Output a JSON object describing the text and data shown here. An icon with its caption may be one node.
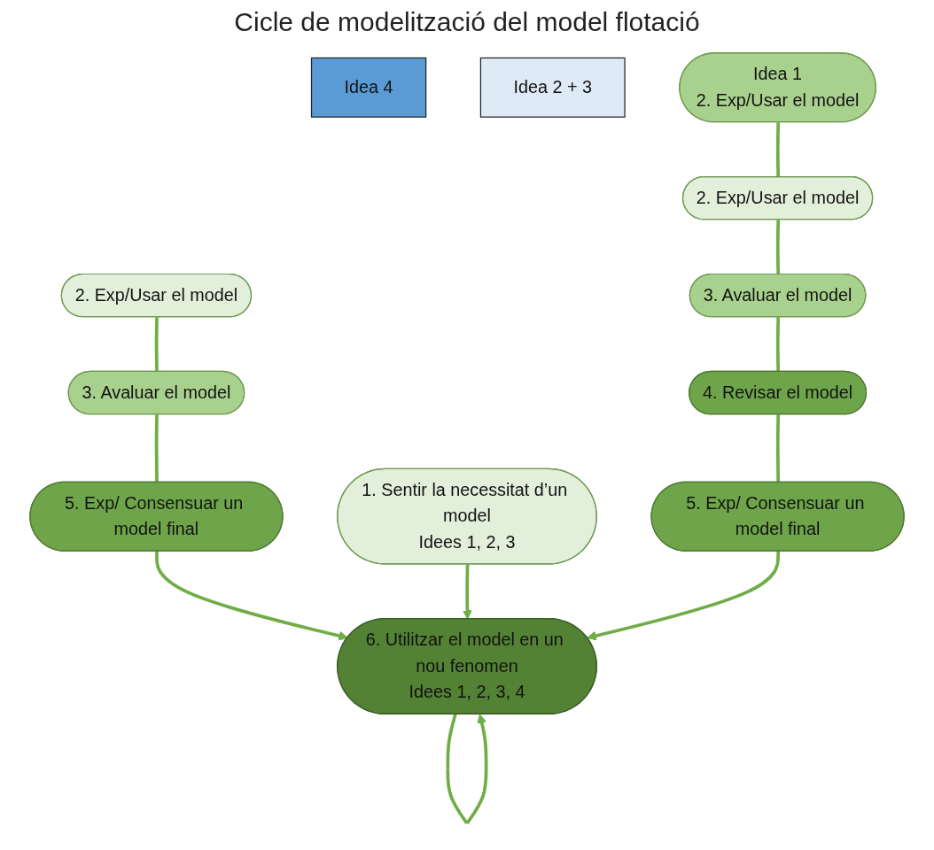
{
  "diagram": {
    "title": "Cicle de modelització del model flotació",
    "nodes": [
      {
        "text": [
          "5. Exp/ Consensuar un model final"
        ]
      },
      {
        "text": [
          "6. Utilitzar el model en un nou fenomen",
          "Idees 1, 2, 3, 4"
        ]
      },
      {
        "text": [
          "3. Avaluar el model"
        ]
      },
      {
        "text": [
          "Idea 4"
        ]
      },
      {
        "text": [
          "2. Exp/Usar el model"
        ]
      },
      {
        "text": [
          "5. Exp/ Consensuar un model final"
        ]
      },
      {
        "text": [
          "1. Sentir la necessitat d’un model",
          "Idees 1, 2, 3"
        ]
      },
      {
        "text": [
          "4. Revisar el model"
        ]
      },
      {
        "text": [
          "Idea 2 + 3"
        ]
      },
      {
        "text": [
          "3. Avaluar el model"
        ]
      },
      {
        "text": [
          "Idea 1",
          "2. Exp/Usar el model"
        ]
      },
      {
        "text": [
          "2. Exp/Usar el model"
        ]
      }
    ],
    "edges": [
      {
        "from": 4,
        "to": 2,
        "arrow": "none"
      },
      {
        "from": 2,
        "to": 0,
        "arrow": "none"
      },
      {
        "from": 0,
        "to": 1,
        "arrow": "to"
      },
      {
        "from": 6,
        "to": 1,
        "arrow": "to"
      },
      {
        "from": 1,
        "to": 1,
        "arrow": "to"
      },
      {
        "from": 10,
        "to": 11,
        "arrow": "none"
      },
      {
        "from": 11,
        "to": 9,
        "arrow": "none"
      },
      {
        "from": 9,
        "to": 7,
        "arrow": "none"
      },
      {
        "from": 7,
        "to": 5,
        "arrow": "none"
      },
      {
        "from": 5,
        "to": 1,
        "arrow": "to"
      }
    ]
  }
}
